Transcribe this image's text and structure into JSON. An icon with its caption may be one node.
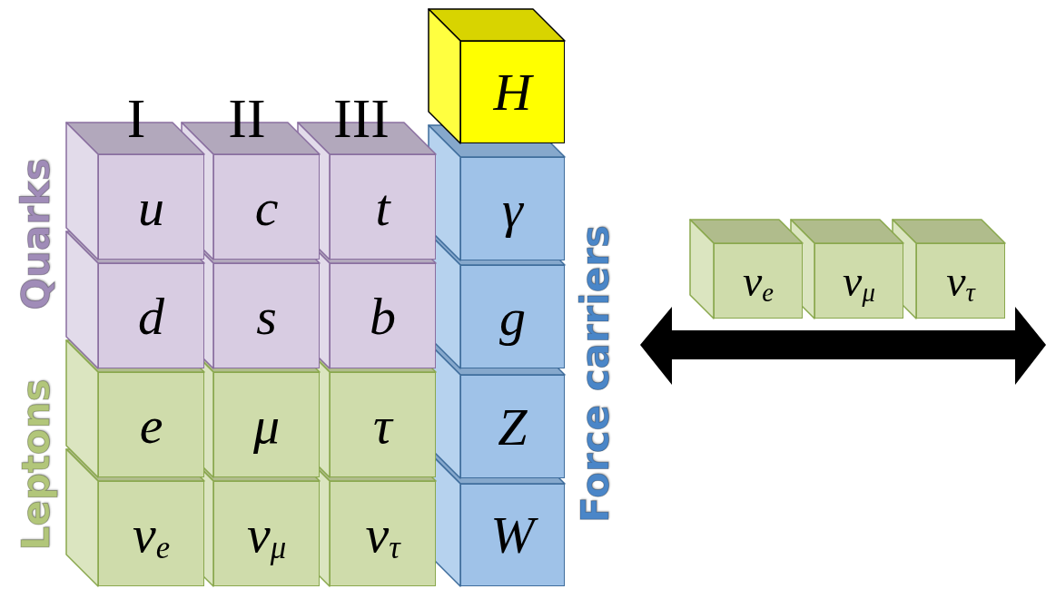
{
  "diagram": {
    "nodes": [
      {
        "text": [
          "u"
        ]
      },
      {
        "text": [
          "c"
        ]
      },
      {
        "text": [
          "t"
        ]
      },
      {
        "text": [
          "d"
        ]
      },
      {
        "text": [
          "s"
        ]
      },
      {
        "text": [
          "b"
        ]
      },
      {
        "text": [
          "e"
        ]
      },
      {
        "text": [
          "μ"
        ]
      },
      {
        "text": [
          "τ"
        ]
      },
      {
        "text": [
          "ν$_{e}$"
        ]
      },
      {
        "text": [
          "ν$_{μ}$"
        ]
      },
      {
        "text": [
          "ν$_{τ}$"
        ]
      },
      {
        "text": [
          "H"
        ]
      },
      {
        "text": [
          "γ"
        ]
      },
      {
        "text": [
          "g"
        ]
      },
      {
        "text": [
          "Z"
        ]
      },
      {
        "text": [
          "W"
        ]
      },
      {
        "text": [
          "ν$_{e}$"
        ]
      },
      {
        "text": [
          "ν$_{μ}$"
        ]
      },
      {
        "text": [
          "ν$_{τ}$"
        ]
      }
    ],
    "labels": [
      "I",
      "II",
      "III",
      "Quarks",
      "Leptons",
      "Force carriers"
    ]
  }
}
